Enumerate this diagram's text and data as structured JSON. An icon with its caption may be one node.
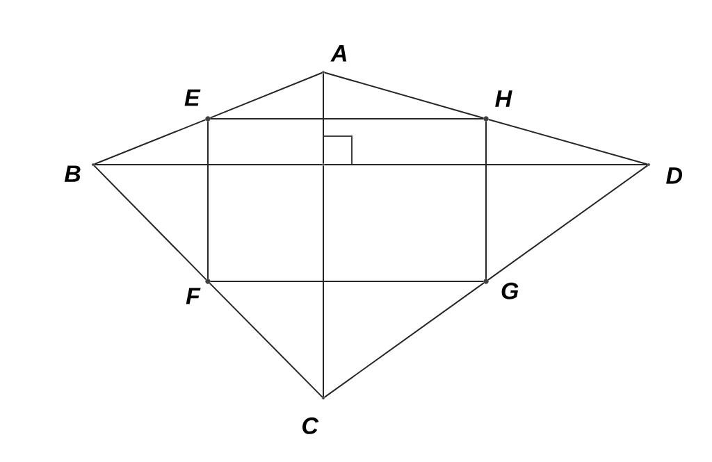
{
  "diagram": {
    "nodes": [
      {
        "text": [
          "A"
        ]
      },
      {
        "text": [
          "B"
        ]
      },
      {
        "text": [
          "C"
        ]
      },
      {
        "text": [
          "D"
        ]
      },
      {
        "text": [
          "E"
        ]
      },
      {
        "text": [
          "F"
        ]
      },
      {
        "text": [
          "G"
        ]
      },
      {
        "text": [
          "H"
        ]
      },
      {
        "text": [],
        "shape": "circle"
      }
    ],
    "edges": [
      {
        "from": 0,
        "to": 4,
        "arrow": "none"
      },
      {
        "from": 4,
        "to": 1,
        "arrow": "none"
      },
      {
        "from": 0,
        "to": 7,
        "arrow": "none"
      },
      {
        "from": 7,
        "to": 3,
        "arrow": "none"
      },
      {
        "from": 1,
        "to": 5,
        "arrow": "none"
      },
      {
        "from": 5,
        "to": 2,
        "arrow": "none"
      },
      {
        "from": 3,
        "to": 6,
        "arrow": "none"
      },
      {
        "from": 6,
        "to": 2,
        "arrow": "none"
      },
      {
        "from": 4,
        "to": 7,
        "arrow": "none"
      },
      {
        "from": 5,
        "to": 6,
        "arrow": "none"
      },
      {
        "from": 4,
        "to": 5,
        "arrow": "none"
      },
      {
        "from": 7,
        "to": 6,
        "arrow": "none"
      },
      {
        "from": 1,
        "to": 8,
        "arrow": "none"
      },
      {
        "from": 8,
        "to": 3,
        "arrow": "none"
      },
      {
        "from": 0,
        "to": 8,
        "arrow": "none"
      },
      {
        "from": 8,
        "to": 2,
        "arrow": "none"
      }
    ]
  }
}
